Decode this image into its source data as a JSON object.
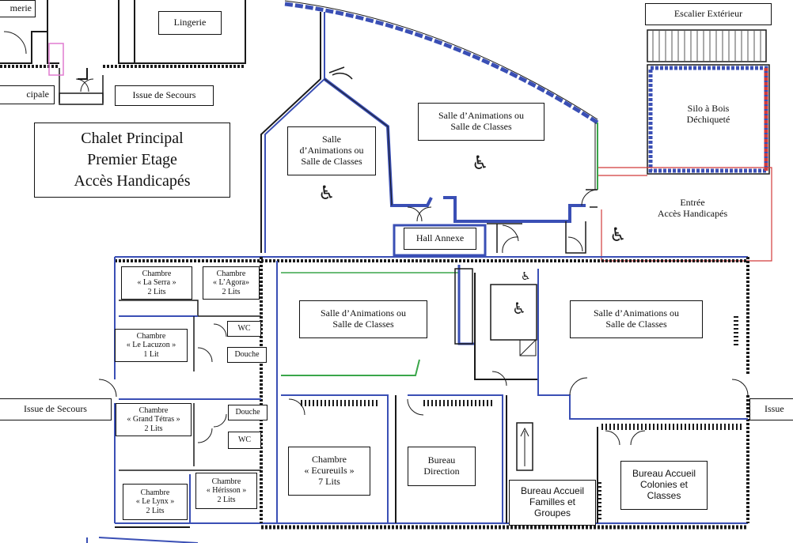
{
  "labels": {
    "top_left_cut": "merie",
    "lingerie": "Lingerie",
    "principale_cut": "cipale",
    "issue_secours_top": "Issue de Secours",
    "escalier_exterieur": "Escalier Extérieur",
    "title": "Chalet Principal\nPremier Etage\nAccès Handicapés",
    "salle_left": "Salle\nd’Animations ou\nSalle de Classes",
    "salle_top": "Salle d’Animations ou\nSalle de Classes",
    "silo": "Silo à Bois\nDéchiqueté",
    "entree": "Entrée\nAccès Handicapés",
    "hall_annexe": "Hall Annexe",
    "ch_serra": "Chambre\n« La Serra »\n2 Lits",
    "ch_agora": "Chambre\n« L’Agora»\n2 Lits",
    "wc_1": "WC",
    "ch_lacuzon": "Chambre\n« Le Lacuzon »\n1 Lit",
    "douche_1": "Douche",
    "salle_mid_left": "Salle d’Animations ou\nSalle de Classes",
    "salle_mid_right": "Salle d’Animations ou\nSalle de Classes",
    "issue_secours_left": "Issue de Secours",
    "issue_right_cut": "Issue",
    "ch_grand_tetras": "Chambre\n« Grand Tétras »\n2 Lits",
    "douche_2": "Douche",
    "wc_2": "WC",
    "ch_ecureuils": "Chambre\n« Ecureuils »\n7 Lits",
    "bureau_direction": "Bureau\nDirection",
    "bureau_colonies": "Bureau Accueil\nColonies et\nClasses",
    "ch_herisson": "Chambre\n« Hérisson »\n2 Lits",
    "ch_lynx": "Chambre\n« Le Lynx »\n2 Lits",
    "bureau_familles": "Bureau Accueil\nFamilles et\nGroupes"
  },
  "icons": {
    "wheelchair": "♿"
  },
  "colors": {
    "wall": "#1a1a1a",
    "blue_wall": "#3a4fb5",
    "green_wall": "#3aa64a",
    "red_wall": "#d23b3b",
    "pink_wall": "#e07bd0",
    "teal_wall": "#5aa0a0"
  }
}
